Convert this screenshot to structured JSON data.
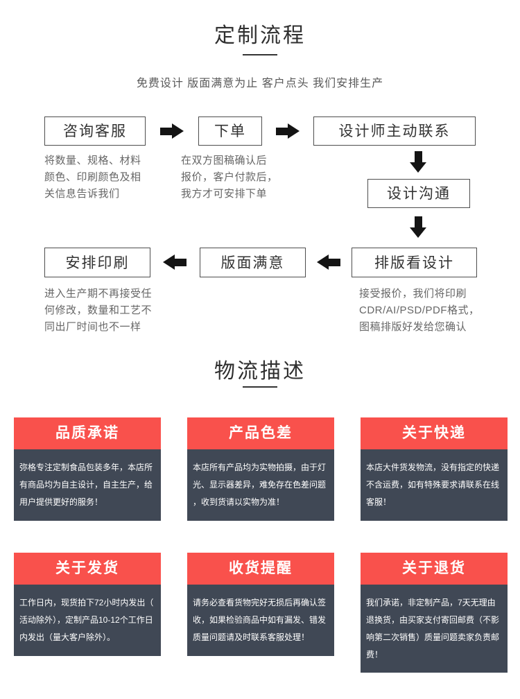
{
  "process": {
    "title": "定制流程",
    "subtitle": "免费设计 版面满意为止 客户点头 我们安排生产",
    "flow": {
      "boxes": [
        {
          "label": "咨询客服",
          "desc": "将数量、规格、材料\n颜色、印刷颜色及相\n关信息告诉我们"
        },
        {
          "label": "下单",
          "desc": "在双方图稿确认后\n报价，客户付款后，\n我方才可安排下单"
        },
        {
          "label": "设计师主动联系",
          "desc": ""
        },
        {
          "label": "设计沟通",
          "desc": ""
        },
        {
          "label": "排版看设计",
          "desc": "接受报价，我们将印刷\nCDR/AI/PSD/PDF格式，\n图稿排版好发给您确认"
        },
        {
          "label": "版面满意",
          "desc": ""
        },
        {
          "label": "安排印刷",
          "desc": "进入生产期不再接受任\n何修改，数量和工艺不\n同出厂时间也不一样"
        }
      ]
    }
  },
  "logistics": {
    "title": "物流描述",
    "cards": [
      {
        "title": "品质承诺",
        "body": "弥格专注定制食品包装多年，本店所有商品均为自主设计，自主生产，给用户提供更好的服务！"
      },
      {
        "title": "产品色差",
        "body": "本店所有产品均为实物拍摄，由于灯光、显示器差异，难免存在色差问题，收到货请以实物为准！"
      },
      {
        "title": "关于快递",
        "body": "本店大件货发物流，没有指定的快递不含运费，如有特殊要求请联系在线客服！"
      },
      {
        "title": "关于发货",
        "body": "工作日内，现货拍下72小时内发出（活动除外），定制产品10-12个工作日内发出（量大客户除外）。"
      },
      {
        "title": "收货提醒",
        "body": "请务必查看货物完好无损后再确认签收，如果检验商品中如有漏发、错发质量问题请及时联系客服处理！"
      },
      {
        "title": "关于退货",
        "body": "我们承诺，非定制产品，7天无理由退换货，由买家支付寄回邮费（不影响第二次销售）质量问题卖家负责邮费！"
      }
    ]
  },
  "colors": {
    "accent_red": "#f9514c",
    "card_dark": "#404855",
    "arrow_black": "#141414",
    "text_dark": "#333333",
    "text_gray": "#666666"
  }
}
